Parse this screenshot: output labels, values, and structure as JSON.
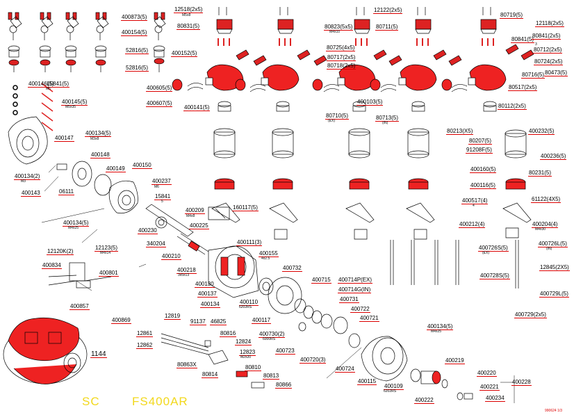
{
  "model": {
    "sc": "SC",
    "name": "FS400AR"
  },
  "drawing_code": "990624  1/3",
  "labels": {
    "l400873": "400873(5)",
    "l12518": "12518(2x5)",
    "l80831": "80831(5)",
    "l400154": "400154(5)",
    "l52816a": "52816(5)",
    "l400152": "400152(5)",
    "l52816b": "52816(5)",
    "l12122": "12122(2x5)",
    "l80823": "80823(5x5)",
    "l80711": "80711(5)",
    "l80719": "80719(5)",
    "l12118": "12118(2x5)",
    "l80841a": "80841(5)",
    "l80841b": "80841(2x5)",
    "l80712": "80712(2x5)",
    "l80724": "80724(2x5)",
    "l80473": "80473(5)",
    "l80716": "80716(5)",
    "l80725": "80725(4x5)",
    "l80717": "80717(2x5)",
    "l80718": "80718(2x5)",
    "l80517": "80517(2x5)",
    "l80112": "80112(2x5)",
    "l400146": "400146(5)",
    "l15841": "15841(5)",
    "l400145": "400145(5)",
    "l400605": "400605(5)",
    "l400607": "400607(5)",
    "l400141": "400141(5)",
    "l400103": "400103(5)",
    "l80710": "80710(5)",
    "l80713": "80713(5)",
    "l80213": "80213(X5)",
    "l400232": "400232(5)",
    "l80207": "80207(5)",
    "l91208": "91208F(5)",
    "l400236": "400236(5)",
    "l80231": "80231(5)",
    "l400160": "400160(5)",
    "l400116": "400116(5)",
    "l61122": "61122(4X5)",
    "l400517": "400517(4)",
    "l400212": "400212(4)",
    "l400204": "400204(4)",
    "l400147": "400147",
    "l400134a": "400134(5)",
    "l400148": "400148",
    "l400134b": "400134(2)",
    "l400143": "400143",
    "l06111": "06111",
    "l400149": "400149",
    "l400150": "400150",
    "l400237": "400237",
    "l15841b": "15841",
    "l400209": "400209",
    "l400225": "400225",
    "l400230": "400230",
    "l340204": "340204",
    "l160117": "160117(5)",
    "l400111": "400111(3)",
    "l400134c": "400134(5)",
    "l12123": "12123(5)",
    "l400210": "400210",
    "l400218": "400218",
    "l400155": "400155",
    "l400130": "400130",
    "l400137": "400137",
    "l400134d": "400134",
    "l400110": "400110",
    "l400117": "400117",
    "l400732": "400732",
    "l400715": "400715",
    "l400714P": "400714P(EX)",
    "l400714G": "400714G(IN)",
    "l400731": "400731",
    "l400722": "400722",
    "l400721": "400721",
    "l400730": "400730(2)",
    "l400723": "400723",
    "l400720": "400720(3)",
    "l400724": "400724",
    "l12120K": "12120K(2)",
    "l400834": "400834",
    "l400801": "400801",
    "l400857": "400857",
    "l400726S": "400726S(5)",
    "l400726L": "400726L(5)",
    "l12845": "12845(2X5)",
    "l400728S": "400728S(5)",
    "l400729L": "400729L(5)",
    "l400729": "400729(2x5)",
    "l400134e": "400134(5)",
    "l400219": "400219",
    "l400220": "400220",
    "l400221": "400221",
    "l400228": "400228",
    "l400234": "400234",
    "l400222": "400222",
    "l400115": "400115",
    "l400109": "400109",
    "l400869": "400869",
    "l12819": "12819",
    "l91137": "91137",
    "l46825": "46825",
    "l12861": "12861",
    "l12862": "12862",
    "l80816": "80816",
    "l12824": "12824",
    "l12823": "12823",
    "l80863X": "80863X",
    "l80814": "80814",
    "l80810": "80810",
    "l80813": "80813",
    "l80866": "80866",
    "l1144": "1144"
  },
  "sublabels": {
    "s_m5x8": "M5x8",
    "s_3": "3",
    "s_m6": "M6",
    "s_m5x35": "M5x35",
    "s_m4x25": "M4x25",
    "s_m3": "M3",
    "s_m3x8": "M3x8",
    "s_m6b": "M6",
    "s_m4x8": "M4x8",
    "s_5": "5",
    "s_m4x14": "M4x14",
    "s_m4x25b": "M4x25",
    "s_m4x14b": "M4x14",
    "s_4x2": "4x2.5",
    "s_3x3": "3x5x13",
    "s_ex": "(EX)",
    "s_in": "(IN)",
    "s_4": "4",
    "s_m4x30": "M4x30",
    "s_ex2": "(EX)",
    "s_in2": "(IN)",
    "s_m4x25c": "M4x25",
    "s_6202": "6202RS",
    "s_6000": "6000RS",
    "s_6202b": "6202RS",
    "s_m4x10": "M4x10",
    "s_m2": "M2x20"
  }
}
